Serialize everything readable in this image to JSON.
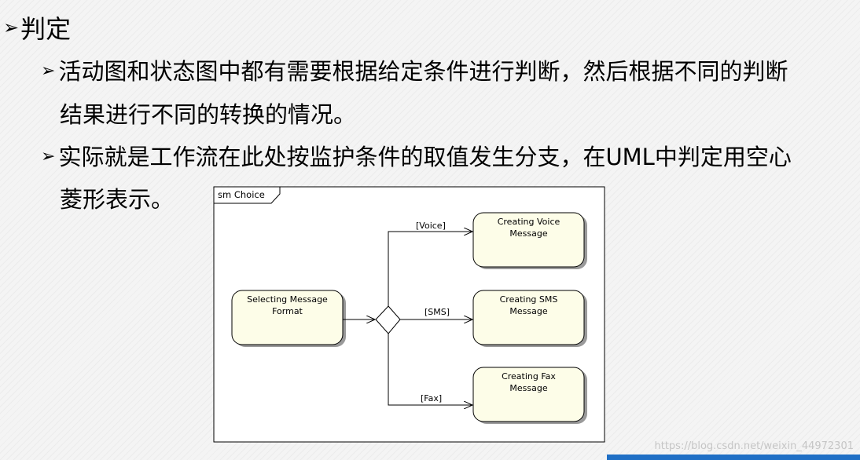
{
  "heading": {
    "marker": "➢",
    "text": "判定"
  },
  "bullets": [
    {
      "marker": "➢",
      "line1": "活动图和状态图中都有需要根据给定条件进行判断，然后根据不同的判断",
      "line2": "结果进行不同的转换的情况。"
    },
    {
      "marker": "➢",
      "line1": "实际就是工作流在此处按监护条件的取值发生分支，在UML中判定用空心",
      "line2": "菱形表示。"
    }
  ],
  "diagram": {
    "frame_label": "sm Choice",
    "source": {
      "line1": "Selecting Message",
      "line2": "Format"
    },
    "targets": [
      {
        "line1": "Creating Voice",
        "line2": "Message",
        "guard": "[Voice]"
      },
      {
        "line1": "Creating SMS",
        "line2": "Message",
        "guard": "[SMS]"
      },
      {
        "line1": "Creating Fax",
        "line2": "Message",
        "guard": "[Fax]"
      }
    ],
    "colors": {
      "state_fill": "#fdfde8",
      "stroke": "#000000",
      "frame_bg": "#ffffff"
    }
  },
  "watermark": "https://blog.csdn.net/weixin_44972301",
  "footer": {
    "accent": "#1f6fc5"
  }
}
